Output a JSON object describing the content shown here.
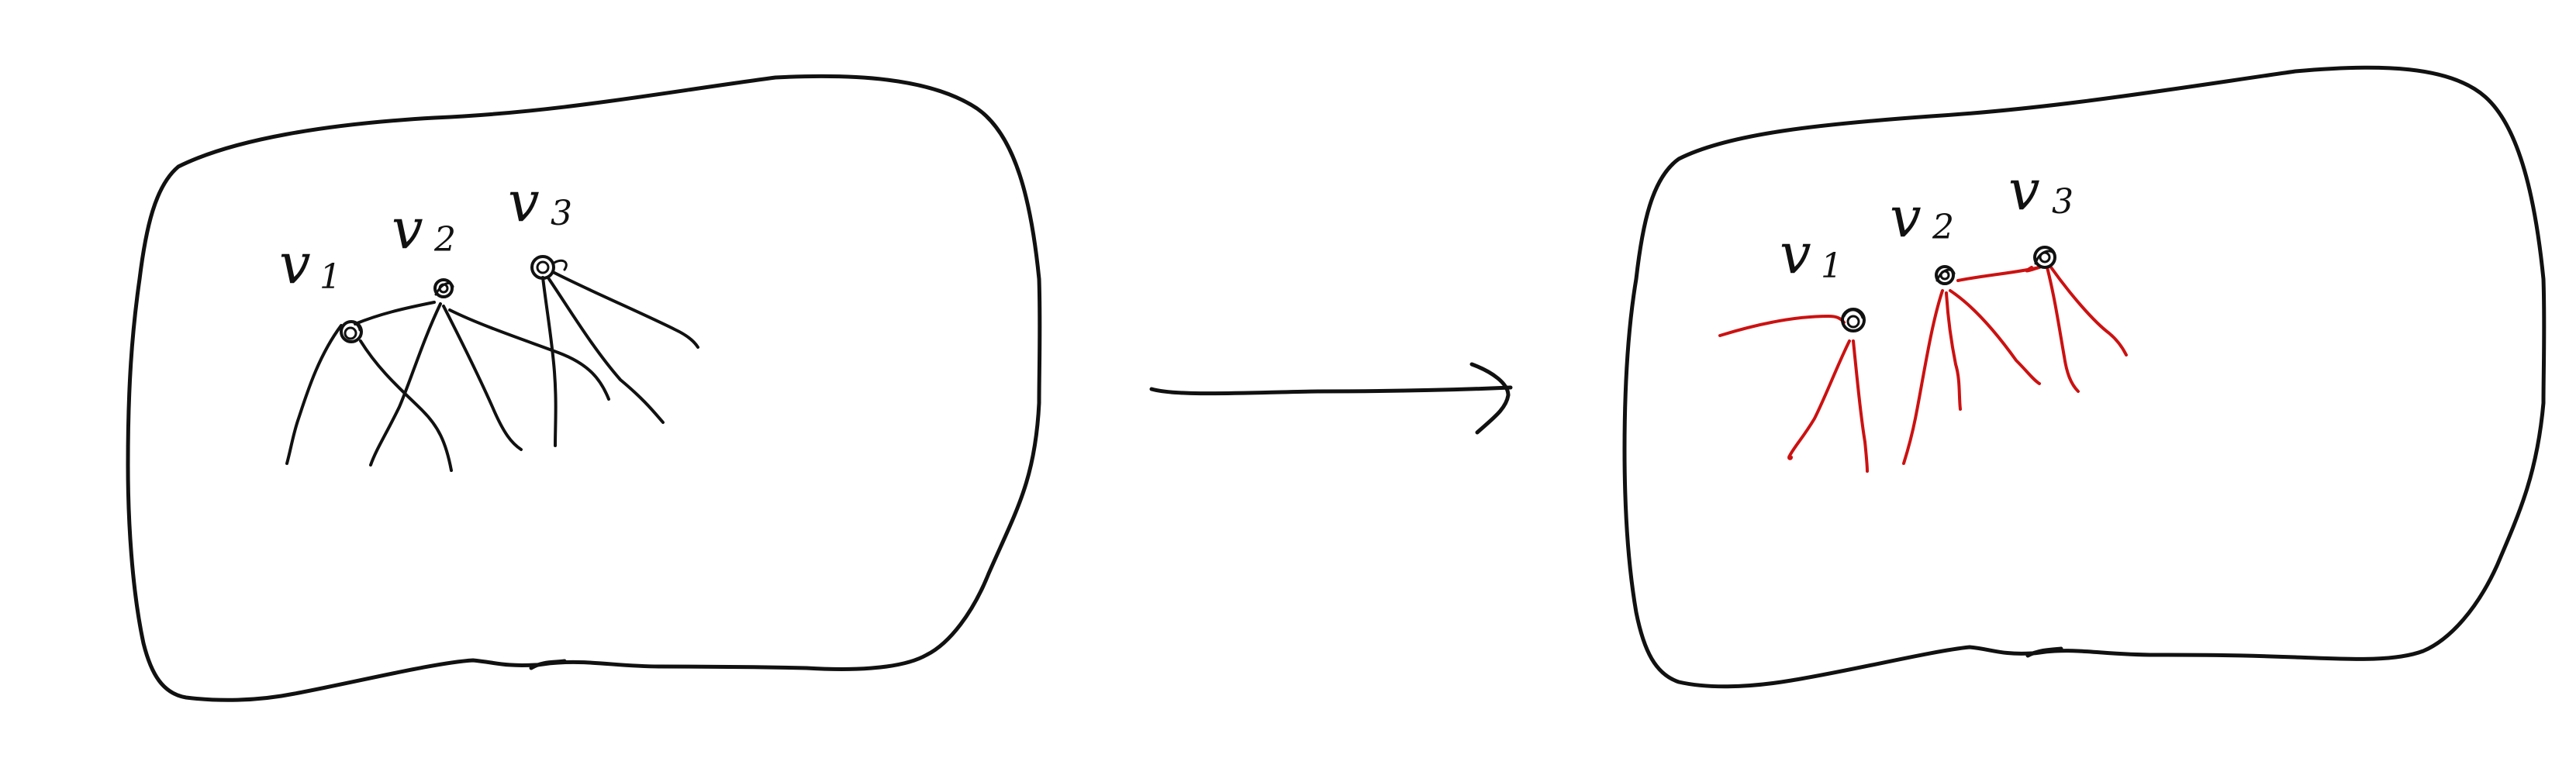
{
  "diagram": {
    "ink_color": "#111111",
    "highlight_color": "#cc1111",
    "left_panel": {
      "vertices": [
        {
          "main": "v",
          "sub": "1"
        },
        {
          "main": "v",
          "sub": "2"
        },
        {
          "main": "v",
          "sub": "3"
        }
      ]
    },
    "right_panel": {
      "vertices": [
        {
          "main": "v",
          "sub": "1"
        },
        {
          "main": "v",
          "sub": "2"
        },
        {
          "main": "v",
          "sub": "3"
        }
      ]
    }
  }
}
